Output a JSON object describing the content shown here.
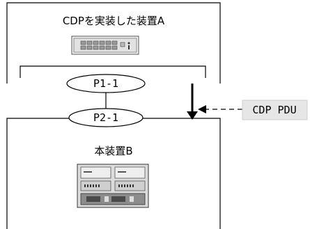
{
  "device_a": {
    "label": "CDPを実装した装置A"
  },
  "device_b": {
    "label": "本装置B"
  },
  "port_a": {
    "label": "P1-1"
  },
  "port_b": {
    "label": "P2-1"
  },
  "pdu": {
    "label": "CDP PDU"
  },
  "colors": {
    "line": "#000000",
    "pdu_box": "#e6e6e6",
    "background": "#ffffff"
  },
  "icons": {
    "device_a": "switch-icon",
    "device_b": "rack-server-icon"
  }
}
